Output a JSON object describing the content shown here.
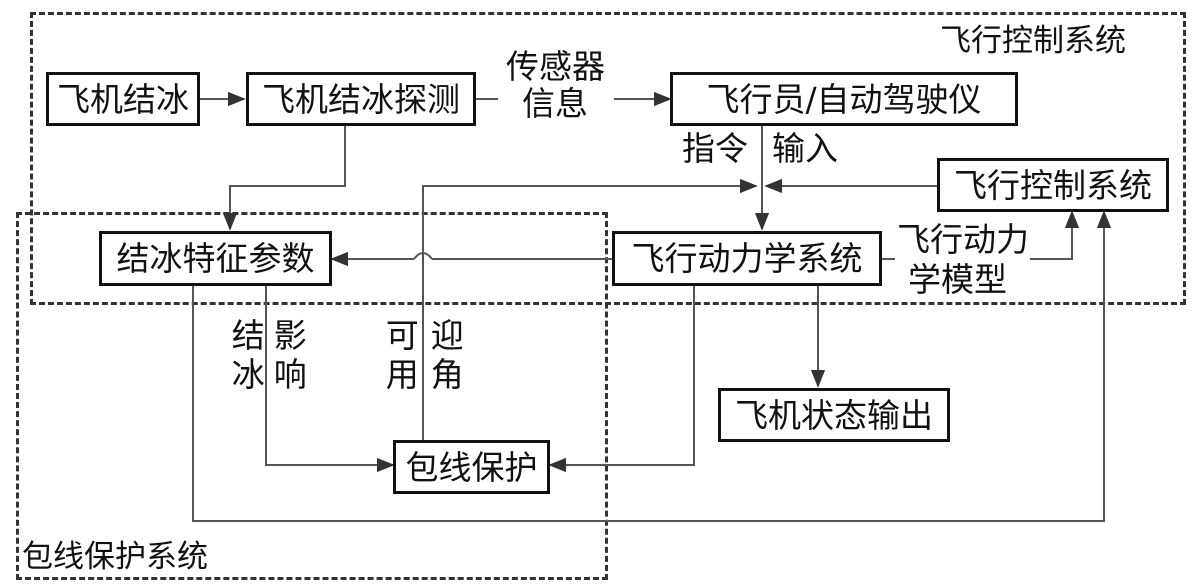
{
  "frames": {
    "flight_control_system": "飞行控制系统",
    "envelope_protection_system": "包线保护系统"
  },
  "boxes": {
    "aircraft_icing": "飞机结冰",
    "icing_detection": "飞机结冰探测",
    "pilot_autopilot": "飞行员/自动驾驶仪",
    "flight_control_system": "飞行控制系统",
    "icing_parameters": "结冰特征参数",
    "flight_dynamics": "飞行动力学系统",
    "aircraft_state_output": "飞机状态输出",
    "envelope_protection": "包线保护"
  },
  "labels": {
    "sensor_line1": "传感器",
    "sensor_line2": "信息",
    "command": "指令",
    "input": "输入",
    "dynamics_model_line1": "飞行动力",
    "dynamics_model_line2": "学模型",
    "icing_effect_col1": "结冰",
    "icing_effect_col2": "影响",
    "available_aoa_col1": "可用",
    "available_aoa_col2": "迎角"
  }
}
